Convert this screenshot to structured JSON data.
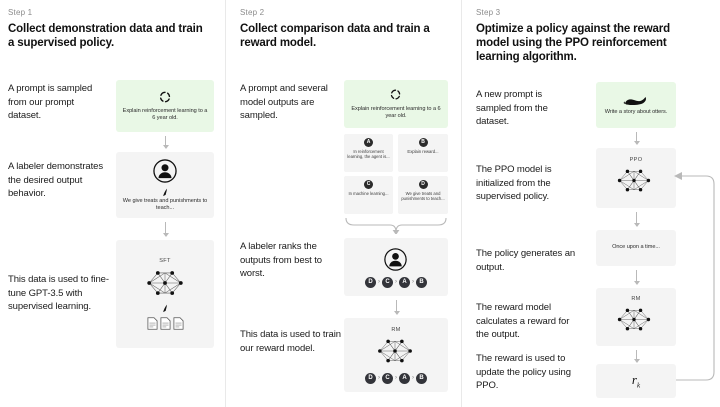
{
  "meta": {
    "title": "RLHF three-step training diagram",
    "bg": "#ffffff",
    "card_gray": "#f4f4f4",
    "card_green": "#e9f8e6",
    "arrow_gray": "#b9b9b9"
  },
  "steps": [
    {
      "label": "Step 1",
      "title": "Collect demonstration data and train a supervised policy.",
      "captions": [
        "A prompt is sampled from our prompt dataset.",
        "A labeler demonstrates the desired output behavior.",
        "This data is used to fine-tune GPT-3.5 with supervised learning."
      ],
      "cards": [
        {
          "name": "prompt-card",
          "kind": "green",
          "icon": "loop-icon",
          "text": "Explain reinforcement learning to a 6 year old."
        },
        {
          "name": "labeler-card",
          "kind": "gray",
          "icon": "person-icon",
          "text": "We give treats and punishments to teach..."
        },
        {
          "name": "sft-card",
          "kind": "gray",
          "icon": "neural-net-icon",
          "label": "SFT",
          "text": ""
        }
      ]
    },
    {
      "label": "Step 2",
      "title": "Collect comparison data and train a reward model.",
      "captions": [
        "A prompt and several model outputs are sampled.",
        "A labeler ranks the outputs from best to worst.",
        "This data is used to train our reward model."
      ],
      "cards": [
        {
          "name": "prompt-card",
          "kind": "green",
          "icon": "loop-icon",
          "text": "Explain reinforcement learning to a 6 year old."
        },
        {
          "name": "ranker-card",
          "kind": "gray",
          "icon": "person-icon",
          "text": ""
        },
        {
          "name": "rm-card",
          "kind": "gray",
          "icon": "neural-net-icon",
          "label": "RM",
          "text": ""
        }
      ],
      "outputs": [
        {
          "badge": "A",
          "text": "In reinforcement learning, the agent is..."
        },
        {
          "badge": "B",
          "text": "Explain reward..."
        },
        {
          "badge": "C",
          "text": "In machine learning..."
        },
        {
          "badge": "D",
          "text": "We give treats and punishments to teach..."
        }
      ],
      "ranking": [
        "D",
        "C",
        "A",
        "B"
      ],
      "ranking_separator": "›"
    },
    {
      "label": "Step 3",
      "title": "Optimize a policy against the reward model using the PPO reinforcement learning algorithm.",
      "captions": [
        "A new prompt is sampled from the dataset.",
        "The PPO model is initialized from the supervised policy.",
        "The policy generates an output.",
        "The reward model calculates a reward for the output.",
        "The reward is used to update the policy using PPO."
      ],
      "cards": [
        {
          "name": "prompt-card",
          "kind": "green",
          "icon": "otter-icon",
          "text": "Write a story about otters."
        },
        {
          "name": "ppo-card",
          "kind": "gray",
          "icon": "neural-net-icon",
          "label": "PPO",
          "text": ""
        },
        {
          "name": "output-card",
          "kind": "gray",
          "icon": "none",
          "text": "Once upon a time..."
        },
        {
          "name": "rm-card",
          "kind": "gray",
          "icon": "neural-net-icon",
          "label": "RM",
          "text": ""
        },
        {
          "name": "reward-card",
          "kind": "gray",
          "icon": "reward-symbol",
          "text": "r",
          "subscript": "k"
        }
      ]
    }
  ]
}
